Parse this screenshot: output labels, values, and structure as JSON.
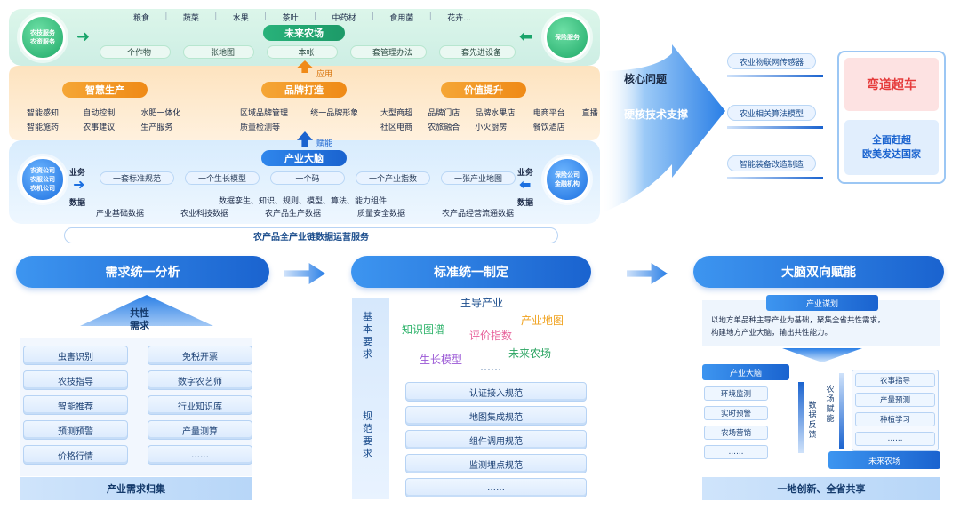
{
  "top": {
    "crops": [
      "粮食",
      "蔬菜",
      "水果",
      "茶叶",
      "中药材",
      "食用菌",
      "花卉..."
    ],
    "title": "未来农场",
    "items": [
      "一个作物",
      "一张地图",
      "一本帐",
      "一套管理办法",
      "一套先进设备"
    ],
    "left_circle": [
      "农技服务",
      "农资服务"
    ],
    "right_circle": [
      "保险服务"
    ]
  },
  "mid": {
    "apply_label": "应用",
    "headers": [
      "智慧生产",
      "品牌打造",
      "价值提升"
    ],
    "col1": [
      [
        "智能感知",
        "自动控制",
        "水肥一体化"
      ],
      [
        "智能施药",
        "农事建议",
        "生产服务"
      ]
    ],
    "col2": [
      [
        "区域品牌管理",
        "统一品牌形象"
      ],
      [
        "质量检测等"
      ]
    ],
    "col3": [
      [
        "大型商超",
        "品牌门店",
        "品牌水果店",
        "电商平台",
        "直播"
      ],
      [
        "社区电商",
        "农旅融合",
        "小火厨房",
        "餐饮酒店"
      ]
    ]
  },
  "low": {
    "empower_label": "赋能",
    "title": "产业大脑",
    "items": [
      "一套标准规范",
      "一个生长模型",
      "一个码",
      "一个产业指数",
      "一张产业地图"
    ],
    "left_circle": [
      "农资公司",
      "农服公司",
      "农机公司"
    ],
    "right_circle": [
      "保险公司",
      "金融机构"
    ],
    "biz": "业务",
    "data": "数据",
    "data_line": "数据孪生、知识、规则、模型、算法、能力组件",
    "data_types": [
      "产业基础数据",
      "农业科技数据",
      "农产品生产数据",
      "质量安全数据",
      "农产品经营流通数据"
    ],
    "service": "农产品全产业链数据运营服务"
  },
  "core": {
    "question": "核心问题",
    "support": "硬核技术支撑",
    "tech": [
      "农业物联网传感器",
      "农业相关算法模型",
      "智能装备改造制造"
    ],
    "goal1": "弯道超车",
    "goal2": [
      "全面赶超",
      "欧美发达国家"
    ]
  },
  "sec1": {
    "title": "需求统一分析",
    "arrow_label": [
      "共性",
      "需求"
    ],
    "left": [
      "虫害识别",
      "农技指导",
      "智能推荐",
      "预测预警",
      "价格行情"
    ],
    "right": [
      "免税开票",
      "数字农艺师",
      "行业知识库",
      "产量测算",
      "……"
    ],
    "footer": "产业需求归集"
  },
  "sec2": {
    "title": "标准统一制定",
    "basic": [
      "基",
      "本",
      "要",
      "求"
    ],
    "spec": [
      "规",
      "范",
      "要",
      "求"
    ],
    "keywords": [
      {
        "text": "主导产业",
        "color": "#1a4c8c"
      },
      {
        "text": "产业地图",
        "color": "#f0a21e"
      },
      {
        "text": "知识图谱",
        "color": "#2fb36b"
      },
      {
        "text": "评价指数",
        "color": "#e7609a"
      },
      {
        "text": "生长模型",
        "color": "#9b59d6"
      },
      {
        "text": "未来农场",
        "color": "#28a35f"
      },
      {
        "text": "……",
        "color": "#1a4c8c"
      }
    ],
    "specs": [
      "认证接入规范",
      "地图集成规范",
      "组件调用规范",
      "监测埋点规范",
      "……"
    ]
  },
  "sec3": {
    "title": "大脑双向赋能",
    "plan": "产业谋划",
    "desc": [
      "以地方单品种主导产业为基础，聚集全省共性需求，",
      "构建地方产业大脑，输出共性能力。"
    ],
    "brain": "产业大脑",
    "left": [
      "环境监测",
      "实时预警",
      "农场营销",
      "……"
    ],
    "right": [
      "农事指导",
      "产量预测",
      "种植学习",
      "……"
    ],
    "empower": [
      "农",
      "场",
      "赋",
      "能"
    ],
    "feedback": [
      "数",
      "据",
      "反",
      "馈"
    ],
    "farm": "未来农场",
    "footer": "一地创新、全省共享"
  }
}
